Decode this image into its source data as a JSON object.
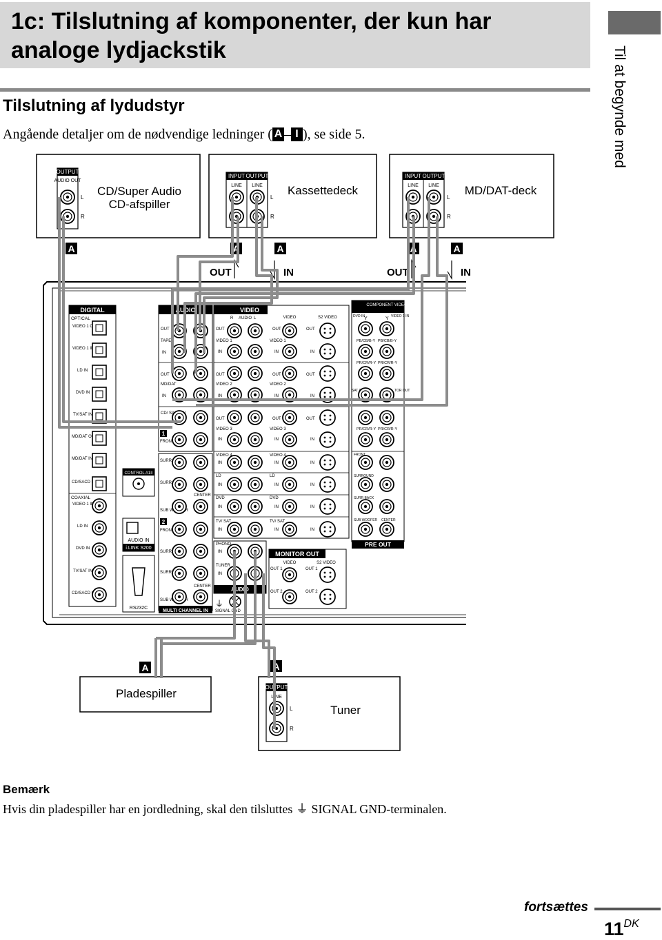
{
  "header": {
    "chapter_title": "1c: Tilslutning af komponenter, der kun har analoge lydjackstik",
    "side_tab": "Til at begynde med"
  },
  "section": {
    "title": "Tilslutning af lydudstyr",
    "intro_before": "Angående detaljer om de nødvendige ledninger (",
    "cable_from": "A",
    "dash": "–",
    "cable_to": "I",
    "intro_after": "), se side 5."
  },
  "devices": {
    "cd": {
      "name_line1": "CD/Super Audio",
      "name_line2": "CD-afspiller",
      "output_label": "OUTPUT",
      "jack_label": "AUDIO OUT"
    },
    "cassette": {
      "name": "Kassettedeck",
      "input_label": "INPUT",
      "output_label": "OUTPUT",
      "line": "LINE"
    },
    "mddat": {
      "name": "MD/DAT-deck",
      "input_label": "INPUT",
      "output_label": "OUTPUT",
      "line": "LINE"
    },
    "turntable": {
      "name": "Pladespiller"
    },
    "tuner": {
      "name": "Tuner",
      "output_label": "OUTPUT",
      "line": "LINE"
    }
  },
  "signal_flow": {
    "out": "OUT",
    "in": "IN",
    "cable": "A"
  },
  "receiver": {
    "channel_l": "L",
    "channel_r": "R",
    "digital_title": "DIGITAL",
    "optical": "OPTICAL",
    "digital_inputs": [
      "VIDEO 1 OUT",
      "VIDEO 1 IN",
      "LD IN",
      "DVD IN",
      "TV/SAT IN",
      "MD/DAT OUT",
      "MD/DAT IN",
      "CD/SACD IN"
    ],
    "coaxial": "COAXIAL",
    "coaxial_inputs": [
      "VIDEO 1 IN",
      "LD IN",
      "DVD IN",
      "TV/SAT IN",
      "CD/SACD IN"
    ],
    "audio_title": "AUDIO",
    "audio_groups": [
      "TAPE",
      "MD/DAT",
      "CD/ SACD IN"
    ],
    "front": "FRONT",
    "surround": "SURR OUND",
    "surr_back": "SURR BACK",
    "center": "CENTER",
    "subwoofer": "SUB WOOFER",
    "marker_1": "1",
    "marker_2": "2",
    "jack_out": "OUT",
    "jack_in": "IN",
    "control_a1": "CONTROL A1II",
    "audio_in": "AUDIO IN",
    "ilink": "i.LINK S200",
    "rs232c": "RS232C",
    "multi_channel_in": "MULTI CHANNEL IN",
    "video_title": "VIDEO",
    "video_sub": "VIDEO",
    "s2_video": "S2 VIDEO",
    "video_groups": [
      "VIDEO 1",
      "VIDEO 2",
      "VIDEO 3",
      "VIDEO 4",
      "LD",
      "DVD",
      "TV/ SAT"
    ],
    "phono": "PHONO",
    "tuner": "TUNER",
    "audio_block": "AUDIO",
    "signal_gnd": "SIGNAL GND",
    "monitor_out": "MONITOR OUT",
    "monitor_jacks": [
      "OUT 1",
      "OUT 2"
    ],
    "component_title": "COMPONENT VIDEO",
    "comp_y": "Y",
    "comp_pb": "PB/CB/B-Y",
    "comp_pr": "PR/CR/R-Y",
    "comp_dvd_in": "DVD IN",
    "comp_video1_in": "VIDEO 1 IN",
    "comp_sat_in": "SAT IN",
    "comp_tor_out": "TOR OUT",
    "pre_groups": [
      "FRONT",
      "SURROUND",
      "SURR BACK",
      "SUB WOOFER",
      "CENTER"
    ],
    "pre_out": "PRE OUT"
  },
  "note": {
    "heading": "Bemærk",
    "text_before": "Hvis din pladespiller har en jordledning, skal den tilsluttes ",
    "gnd_symbol": "⏚",
    "text_after": " SIGNAL GND-terminalen."
  },
  "footer": {
    "continues": "fortsættes",
    "page": "11",
    "suffix": "DK"
  },
  "colors": {
    "band": "#d7d7d7",
    "rule": "#8a8a8a",
    "cable": "#8c8c8c",
    "side_block": "#6a6a6a"
  }
}
